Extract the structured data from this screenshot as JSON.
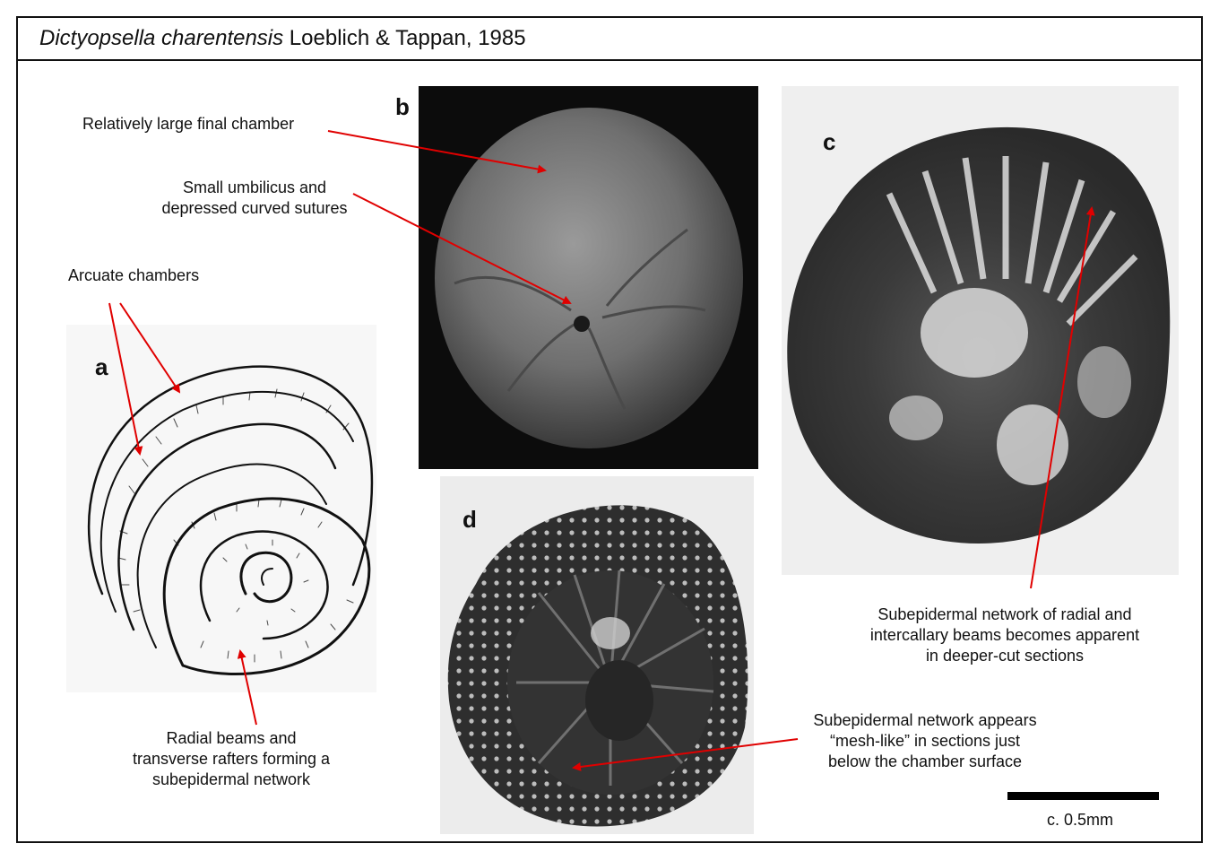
{
  "figure": {
    "title_species": "Dictyopsella charentensis",
    "title_authority": " Loeblich & Tappan, 1985"
  },
  "panels": [
    {
      "id": "a",
      "label": "a",
      "kind": "drawing"
    },
    {
      "id": "b",
      "label": "b",
      "kind": "sem-photo"
    },
    {
      "id": "c",
      "label": "c",
      "kind": "thin-section"
    },
    {
      "id": "d",
      "label": "d",
      "kind": "thin-section"
    }
  ],
  "annotations": {
    "final_chamber": "Relatively large final chamber",
    "umbilicus_line1": "Small umbilicus and",
    "umbilicus_line2": "depressed curved sutures",
    "arcuate": "Arcuate chambers",
    "radial_line1": "Radial beams and",
    "radial_line2": "transverse rafters forming a",
    "radial_line3": "subepidermal network",
    "mesh_line1": "Subepidermal network appears",
    "mesh_line2": "“mesh-like” in sections just",
    "mesh_line3": "below the chamber surface",
    "deep_line1": "Subepidermal network of radial and",
    "deep_line2": "intercallary beams becomes apparent",
    "deep_line3": "in deeper-cut sections"
  },
  "scale": {
    "label": "c. 0.5mm"
  },
  "colors": {
    "arrow": "#e00000",
    "ink": "#111111",
    "sem_bg": "#0c0c0c",
    "section_ink": "#2a2a2a"
  }
}
